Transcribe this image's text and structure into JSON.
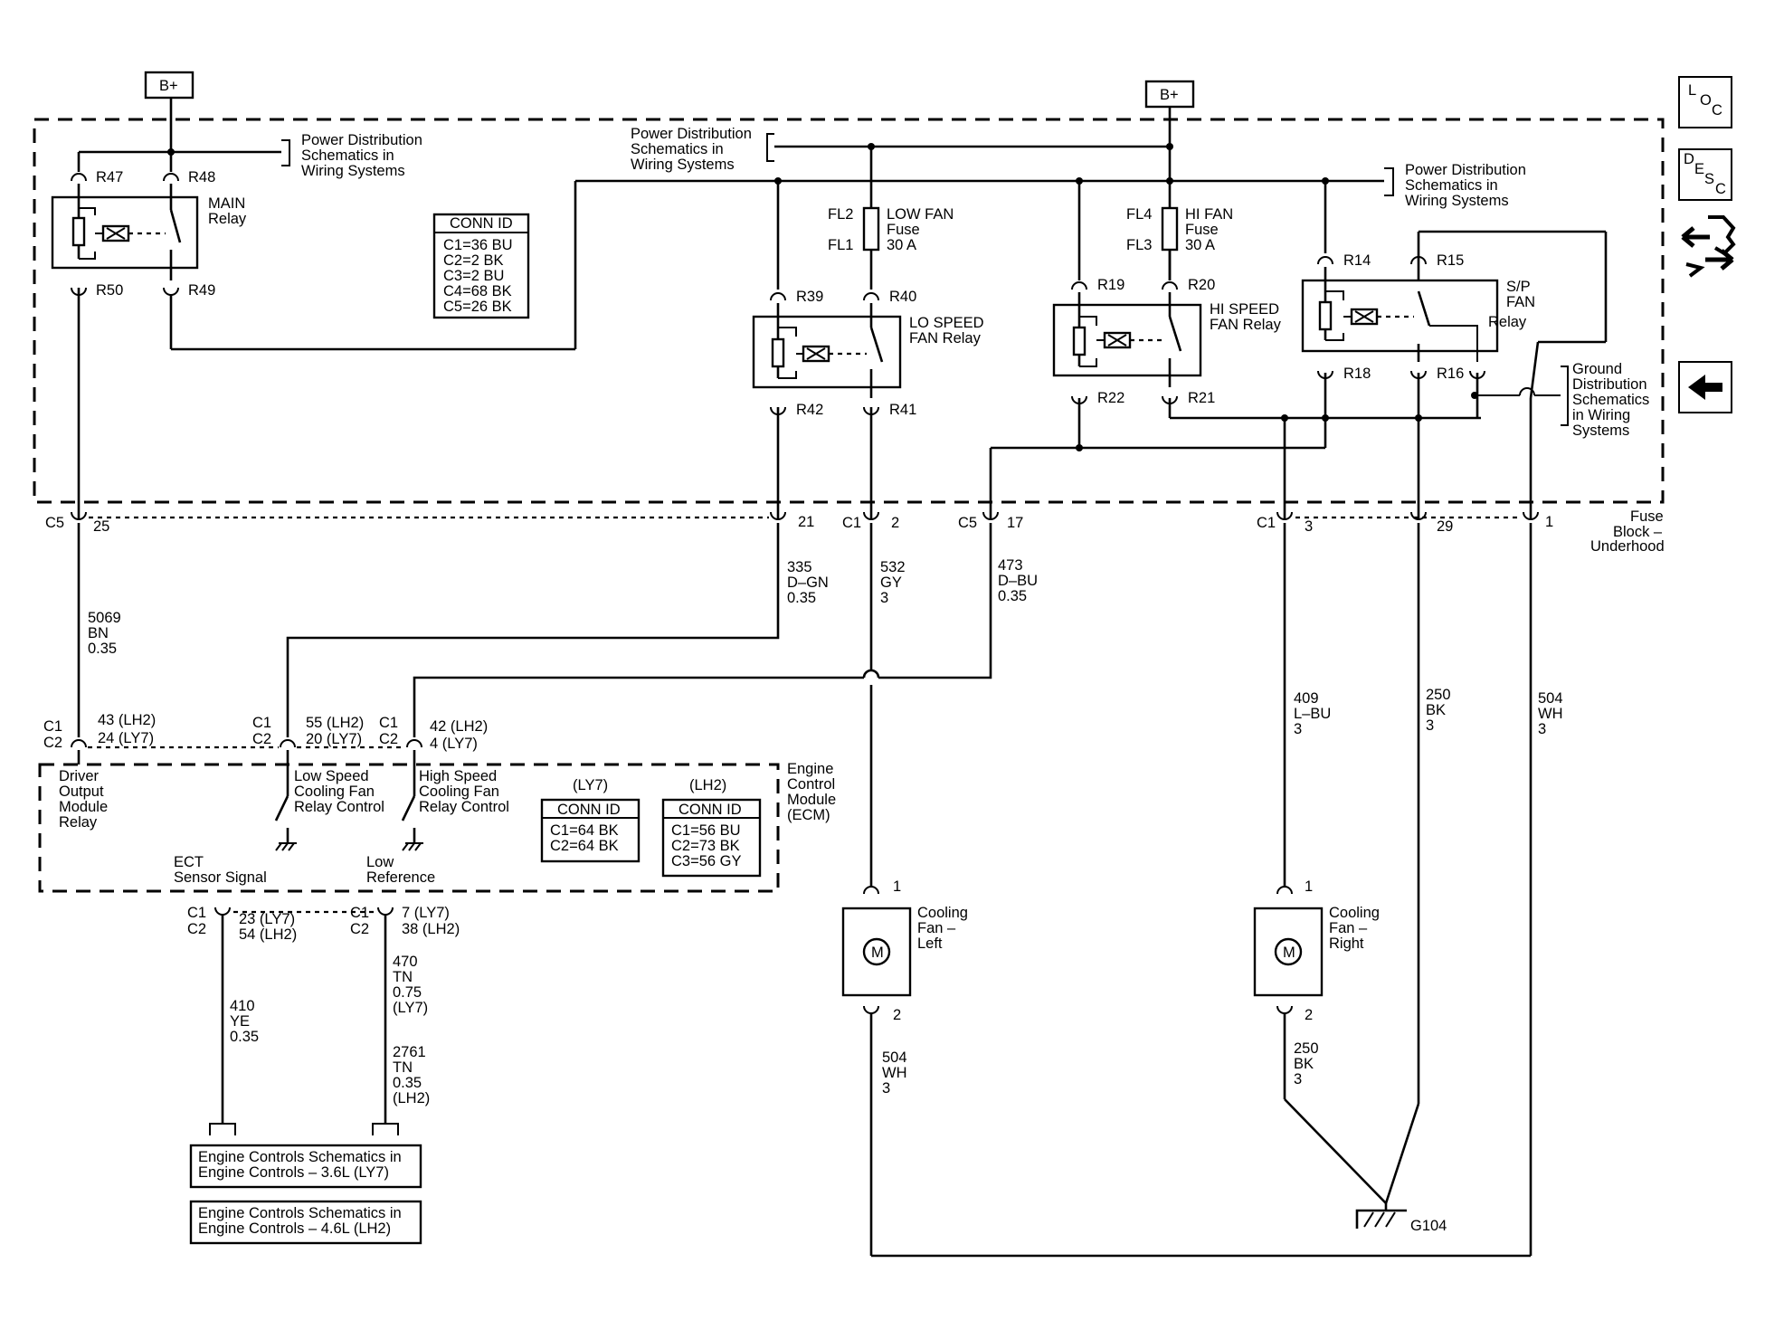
{
  "power": {
    "bplus_left": "B+",
    "bplus_right": "B+"
  },
  "references": {
    "pd_top_left": [
      "Power Distribution",
      "Schematics in",
      "Wiring Systems"
    ],
    "pd_top_mid": [
      "Power Distribution",
      "Schematics in",
      "Wiring Systems"
    ],
    "pd_top_right": [
      "Power Distribution",
      "Schematics in",
      "Wiring Systems"
    ],
    "ground_dist": [
      "Ground",
      "Distribution",
      "Schematics",
      "in Wiring",
      "Systems"
    ],
    "engine_ly7": [
      "Engine Controls Schematics in",
      "Engine Controls – 3.6L (LY7)"
    ],
    "engine_lh2": [
      "Engine Controls Schematics in",
      "Engine Controls – 4.6L (LH2)"
    ]
  },
  "fuse_block": {
    "label": [
      "Fuse",
      "Block –",
      "Underhood"
    ],
    "conn_title": "CONN ID",
    "conn_rows": [
      "C1=36 BU",
      "C2=2 BK",
      "C3=2 BU",
      "C4=68 BK",
      "C5=26 BK"
    ]
  },
  "relays": {
    "main": {
      "label": [
        "MAIN",
        "Relay"
      ],
      "pins": [
        "R47",
        "R48",
        "R50",
        "R49"
      ]
    },
    "lo": {
      "label": [
        "LO SPEED",
        "FAN Relay"
      ],
      "pins": [
        "R39",
        "R40",
        "R42",
        "R41"
      ]
    },
    "hi": {
      "label": [
        "HI SPEED",
        "FAN Relay"
      ],
      "pins": [
        "R19",
        "R20",
        "R22",
        "R21"
      ]
    },
    "sp": {
      "label": [
        "S/P",
        "FAN",
        "Relay"
      ],
      "pins": [
        "R14",
        "R15",
        "R18",
        "R16"
      ]
    }
  },
  "fuses": {
    "low": {
      "ids": [
        "FL2",
        "FL1"
      ],
      "label": [
        "LOW FAN",
        "Fuse",
        "30 A"
      ]
    },
    "hi": {
      "ids": [
        "FL4",
        "FL3"
      ],
      "label": [
        "HI FAN",
        "Fuse",
        "30 A"
      ]
    }
  },
  "connectors": {
    "c5_25": [
      "C5",
      "25"
    ],
    "p21": "21",
    "c1_2": [
      "C1",
      "2"
    ],
    "c5_17": [
      "C5",
      "17"
    ],
    "c1_3": [
      "C1",
      "3"
    ],
    "p29": "29",
    "p1": "1"
  },
  "wires": {
    "w5069": [
      "5069",
      "BN",
      "0.35"
    ],
    "w335": [
      "335",
      "D–GN",
      "0.35"
    ],
    "w532": [
      "532",
      "GY",
      "3"
    ],
    "w473": [
      "473",
      "D–BU",
      "0.35"
    ],
    "w409": [
      "409",
      "L–BU",
      "3"
    ],
    "w250a": [
      "250",
      "BK",
      "3"
    ],
    "w504a": [
      "504",
      "WH",
      "3"
    ],
    "w410": [
      "410",
      "YE",
      "0.35"
    ],
    "w470": [
      "470",
      "TN",
      "0.75",
      "(LY7)"
    ],
    "w2761": [
      "2761",
      "TN",
      "0.35",
      "(LH2)"
    ],
    "w504b": [
      "504",
      "WH",
      "3"
    ],
    "w250b": [
      "250",
      "BK",
      "3"
    ]
  },
  "ecm": {
    "label": [
      "Engine",
      "Control",
      "Module",
      "(ECM)"
    ],
    "pins": {
      "p1": [
        "C1",
        "C2",
        "43 (LH2)",
        "24 (LY7)"
      ],
      "p2": [
        "C1",
        "C2",
        "55 (LH2)",
        "20 (LY7)"
      ],
      "p3": [
        "C1",
        "C2",
        "42 (LH2)",
        "4 (LY7)"
      ],
      "p4": [
        "C1",
        "C2",
        "23 (LY7)",
        "54 (LH2)"
      ],
      "p5": [
        "C1",
        "C2",
        "7 (LY7)",
        "38 (LH2)"
      ]
    },
    "driver_label": [
      "Driver",
      "Output",
      "Module",
      "Relay"
    ],
    "low_ctrl": [
      "Low Speed",
      "Cooling Fan",
      "Relay Control"
    ],
    "high_ctrl": [
      "High Speed",
      "Cooling Fan",
      "Relay Control"
    ],
    "ect": [
      "ECT",
      "Sensor Signal"
    ],
    "lowref": [
      "Low",
      "Reference"
    ],
    "conn_ly7": {
      "header": "(LY7)",
      "title": "CONN ID",
      "rows": [
        "C1=64 BK",
        "C2=64 BK"
      ]
    },
    "conn_lh2": {
      "header": "(LH2)",
      "title": "CONN ID",
      "rows": [
        "C1=56 BU",
        "C2=73 BK",
        "C3=56 GY"
      ]
    }
  },
  "fans": {
    "left": {
      "label": [
        "Cooling",
        "Fan –",
        "Left"
      ],
      "pins": [
        "1",
        "2"
      ],
      "motor": "M"
    },
    "right": {
      "label": [
        "Cooling",
        "Fan –",
        "Right"
      ],
      "pins": [
        "1",
        "2"
      ],
      "motor": "M"
    }
  },
  "ground": {
    "label": "G104"
  },
  "nav": {
    "loc": [
      "L",
      "O",
      "C"
    ],
    "desc": [
      "D",
      "E",
      "S",
      "C"
    ],
    "connector_icon": "connector-icon",
    "back_icon": "back-arrow-icon"
  }
}
